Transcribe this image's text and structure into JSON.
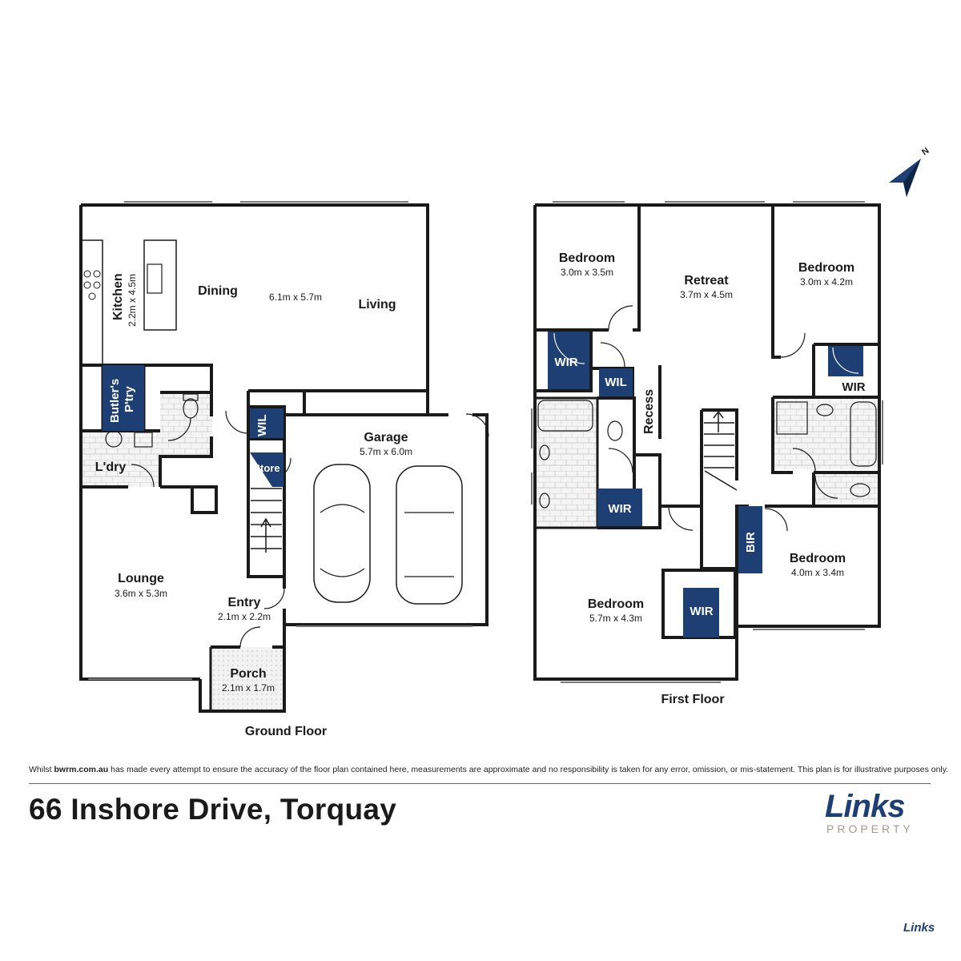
{
  "disclaimer": {
    "pre": "Whilst ",
    "site": "bwrm.com.au",
    "post": " has made every attempt to ensure the accuracy of the floor plan contained here, measurements are approximate and no responsibility is taken for any error, omission, or mis-statement. This plan is for illustrative purposes only."
  },
  "address": "66 Inshore Drive, Torquay",
  "logo": {
    "word": "Links",
    "sub": "PROPERTY",
    "small": "Links"
  },
  "compass": {
    "label": "N"
  },
  "ground_floor": {
    "label": "Ground Floor",
    "rooms": {
      "kitchen": {
        "name": "Kitchen",
        "dim": "2.2m x 4.5m"
      },
      "dining": {
        "name": "Dining"
      },
      "living": {
        "name": "Living",
        "dim": "6.1m x 5.7m"
      },
      "butlers": {
        "name1": "Butler's",
        "name2": "P'try"
      },
      "laundry": {
        "name": "L'dry"
      },
      "lounge": {
        "name": "Lounge",
        "dim": "3.6m x 5.3m"
      },
      "wil": {
        "name": "WIL"
      },
      "store": {
        "name": "Store"
      },
      "garage": {
        "name": "Garage",
        "dim": "5.7m x 6.0m"
      },
      "entry": {
        "name": "Entry",
        "dim": "2.1m x 2.2m"
      },
      "porch": {
        "name": "Porch",
        "dim": "2.1m x 1.7m"
      }
    }
  },
  "first_floor": {
    "label": "First Floor",
    "rooms": {
      "bedroom_nw": {
        "name": "Bedroom",
        "dim": "3.0m x 3.5m"
      },
      "retreat": {
        "name": "Retreat",
        "dim": "3.7m x 4.5m"
      },
      "bedroom_ne": {
        "name": "Bedroom",
        "dim": "3.0m x 4.2m"
      },
      "wir_nw": {
        "name": "WIR"
      },
      "wil": {
        "name": "WIL"
      },
      "recess": {
        "name": "Recess"
      },
      "wir_ne": {
        "name": "WIR"
      },
      "wir_mid": {
        "name": "WIR"
      },
      "bir": {
        "name": "BIR"
      },
      "bedroom_e": {
        "name": "Bedroom",
        "dim": "4.0m x 3.4m"
      },
      "bedroom_s": {
        "name": "Bedroom",
        "dim": "5.7m x 4.3m"
      },
      "wir_s": {
        "name": "WIR"
      }
    }
  },
  "colors": {
    "wall": "#1a1a1a",
    "accent": "#1d3f73",
    "tile": "#d8d8d8"
  }
}
